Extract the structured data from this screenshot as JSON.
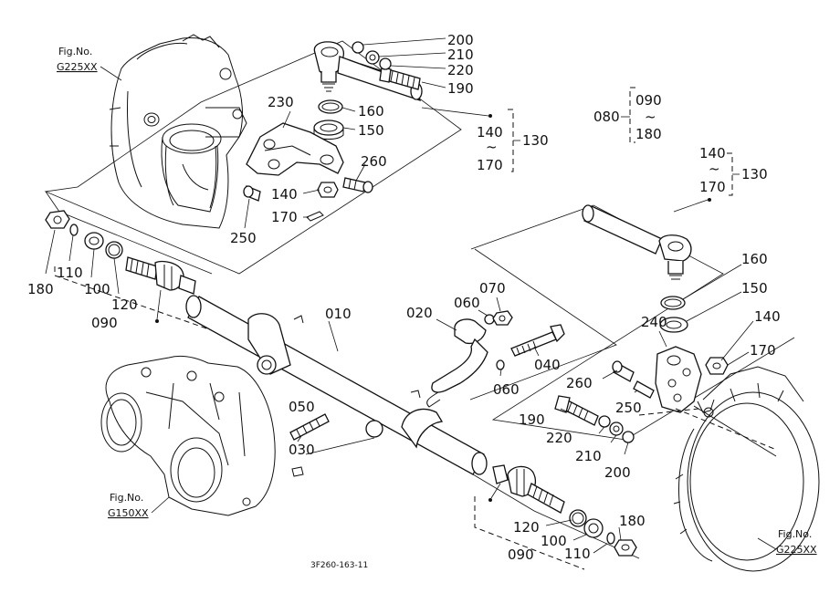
{
  "fig_refs": {
    "top_left": {
      "line1": "Fig.No.",
      "line2": "G225XX"
    },
    "bottom_left": {
      "line1": "Fig.No.",
      "line2": "G150XX"
    },
    "bottom_right": {
      "line1": "Fig.No.",
      "line2": "G225XX"
    }
  },
  "labels": {
    "p200a": "200",
    "p210a": "210",
    "p220a": "220",
    "p190a": "190",
    "p160a": "160",
    "p150a": "150",
    "p230": "230",
    "p260a": "260",
    "p140a": "140",
    "p170a": "170",
    "p250a": "250",
    "r140a": "140",
    "rtildea": "~",
    "r170a": "170",
    "r130a": "130",
    "g080": "080",
    "g090a": "090",
    "gtilde": "~",
    "g180a": "180",
    "r140b": "140",
    "rtildeb": "~",
    "r170b": "170",
    "r130b": "130",
    "p180a": "180",
    "p110a": "110",
    "p100a": "100",
    "p120a": "120",
    "p090a": "090",
    "p010": "010",
    "p020": "020",
    "p060a": "060",
    "p070": "070",
    "p040": "040",
    "p060b": "060",
    "p050": "050",
    "p030": "030",
    "p160b": "160",
    "p150b": "150",
    "p240": "240",
    "p140b": "140",
    "p170b": "170",
    "p260b": "260",
    "p250b": "250",
    "p190b": "190",
    "p220b": "220",
    "p210b": "210",
    "p200b": "200",
    "p120b": "120",
    "p180b": "180",
    "p100b": "100",
    "p110b": "110",
    "p090b": "090"
  },
  "drawing_code": "3F260-163-11"
}
